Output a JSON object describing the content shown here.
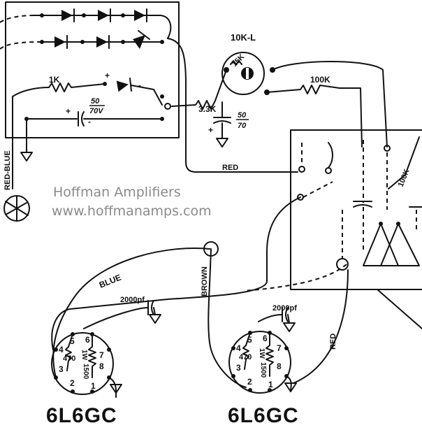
{
  "watermark": {
    "line1": "Hoffman Amplifiers",
    "line2": "www.hoffmanamps.com"
  },
  "labels": {
    "pot": "10K-L",
    "pot_inner": "15K",
    "res_1k": "1K",
    "res_3k3": "3.3K",
    "res_100k_top": "100K",
    "res_100k_side": "100K",
    "cap_50_70v_top": "50",
    "cap_50_70v_bottom": "70V",
    "cap_50_70_top": "50",
    "cap_50_70_bottom": "70",
    "wire_red_top": "RED",
    "wire_red_blue": "RED-BLUE",
    "wire_blue": "BLUE",
    "wire_brown": "BROWN",
    "wire_red_right": "RED",
    "cap_2000pf_left": "2000pf",
    "cap_2000pf_right": "2000pf",
    "plus": "+",
    "minus": "-"
  },
  "tubes": [
    {
      "name": "6L6GC",
      "pins": [
        "1",
        "2",
        "3",
        "4",
        "5",
        "6",
        "7",
        "8"
      ],
      "res_a": "470",
      "res_b": "1W",
      "res_c": "1500"
    },
    {
      "name": "6L6GC",
      "pins": [
        "1",
        "2",
        "3",
        "4",
        "5",
        "6",
        "7",
        "8"
      ],
      "res_a": "470",
      "res_b": "1W",
      "res_c": "1500"
    }
  ],
  "colors": {
    "ink": "#111111",
    "watermark": "#8a8a8a",
    "paper": "#ffffff"
  }
}
